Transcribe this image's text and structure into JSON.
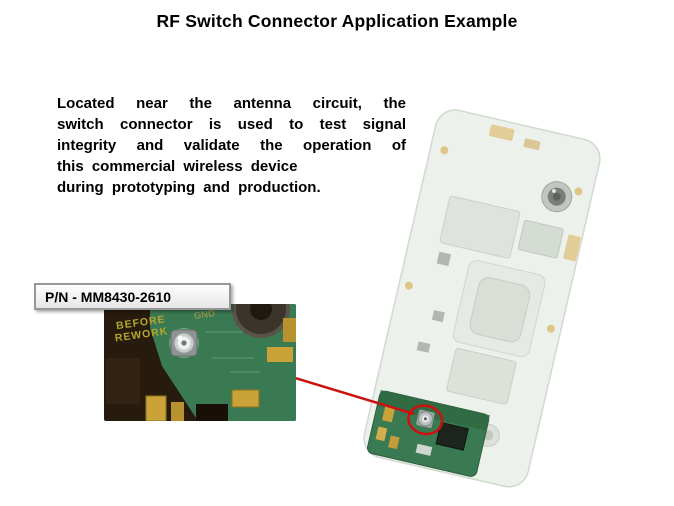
{
  "slide": {
    "title": "RF Switch Connector Application Example",
    "description": {
      "lines": [
        "Located near the antenna circuit, the",
        "switch connector is used to test signal",
        "integrity and validate the operation of",
        "this commercial wireless device",
        "during prototyping and production."
      ]
    },
    "callout": {
      "part_number": "P/N - MM8430-2610"
    },
    "inset_photo": {
      "label_line1": "BEFORE",
      "label_line2": "REWORK",
      "label_gnd": "GND"
    },
    "colors": {
      "arrow_red": "#cc1111",
      "pcb_green": "#3a7a52",
      "pad_gold": "#c9a238"
    }
  }
}
